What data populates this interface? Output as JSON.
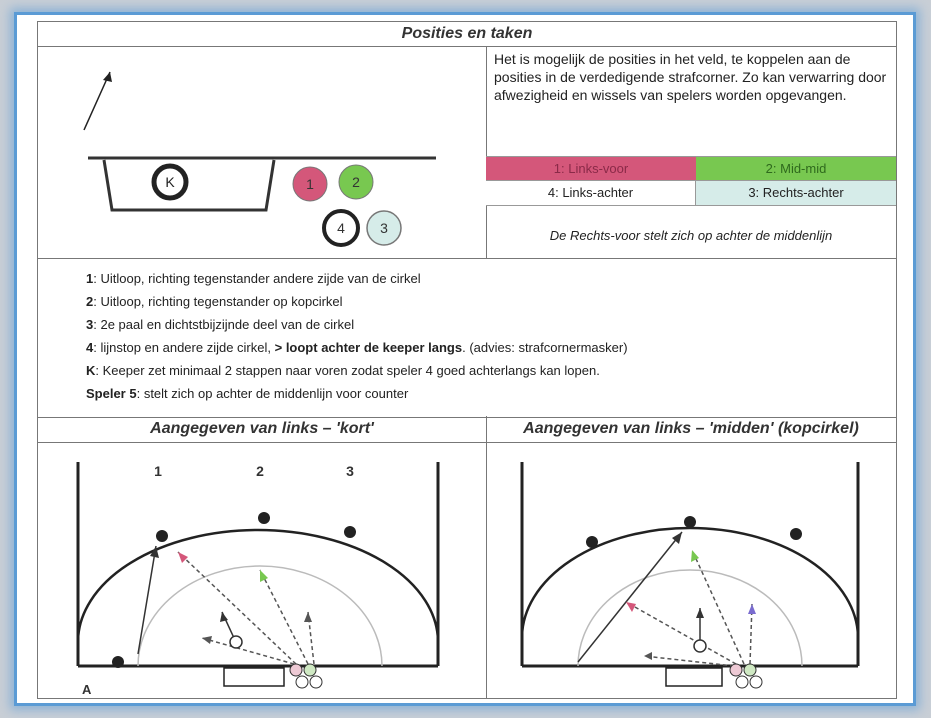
{
  "title": "Posities en taken",
  "intro_text": "Het is mogelijk de posities in het veld, te koppelen aan de posities in de verdedigende strafcorner. Zo kan verwarring door afwezigheid en wissels van spelers worden opgevangen.",
  "positions": {
    "p1": {
      "label": "1: Links-voor",
      "color": "#d4577a"
    },
    "p2": {
      "label": "2: Mid-mid",
      "color": "#78c850"
    },
    "p4": {
      "label": "4: Links-achter",
      "color": "#ffffff"
    },
    "p3": {
      "label": "3: Rechts-achter",
      "color": "#d6ece9"
    }
  },
  "positions_note": "De Rechts-voor stelt zich op achter de middenlijn",
  "diagram_top": {
    "keeper_label": "K",
    "players": [
      "1",
      "2",
      "4",
      "3"
    ]
  },
  "tasks": [
    {
      "key": "1",
      "text": ": Uitloop, richting tegenstander andere zijde van de cirkel"
    },
    {
      "key": "2",
      "text": ": Uitloop, richting tegenstander op kopcirkel"
    },
    {
      "key": "3",
      "text": ": 2e paal en dichtstbijzijnde deel van de cirkel"
    },
    {
      "key": "4",
      "text": ": lijnstop en andere zijde cirkel, ",
      "bold": "> loopt achter de keeper langs",
      "tail": ". (advies: strafcornermasker)"
    },
    {
      "key": "K",
      "text": ": Keeper zet minimaal 2 stappen naar voren zodat speler 4 goed achterlangs kan lopen."
    },
    {
      "key": "Speler 5",
      "text": ": stelt zich op achter de middenlijn voor counter"
    }
  ],
  "bottom_left": {
    "title": "Aangegeven van links – 'kort'",
    "labels": [
      "1",
      "2",
      "3"
    ],
    "corner_label": "A"
  },
  "bottom_right": {
    "title": "Aangegeven van links – 'midden' (kopcirkel)"
  }
}
